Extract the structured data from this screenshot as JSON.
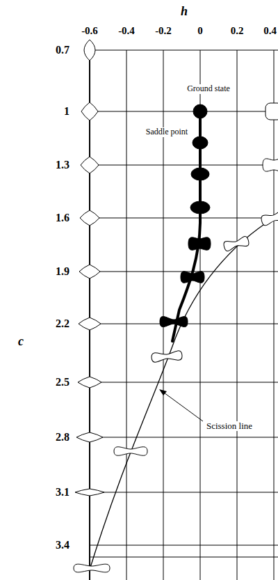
{
  "diagram": {
    "labels": [
      "h",
      "-0.6",
      "-0.4",
      "-0.2",
      "0",
      "0.2",
      "0.4",
      "0.7",
      "1",
      "1.3",
      "1.6",
      "1.9",
      "2.2",
      "2.5",
      "2.8",
      "3.1",
      "3.4",
      "c",
      "Ground state",
      "Saddle point",
      "Scission line"
    ]
  }
}
